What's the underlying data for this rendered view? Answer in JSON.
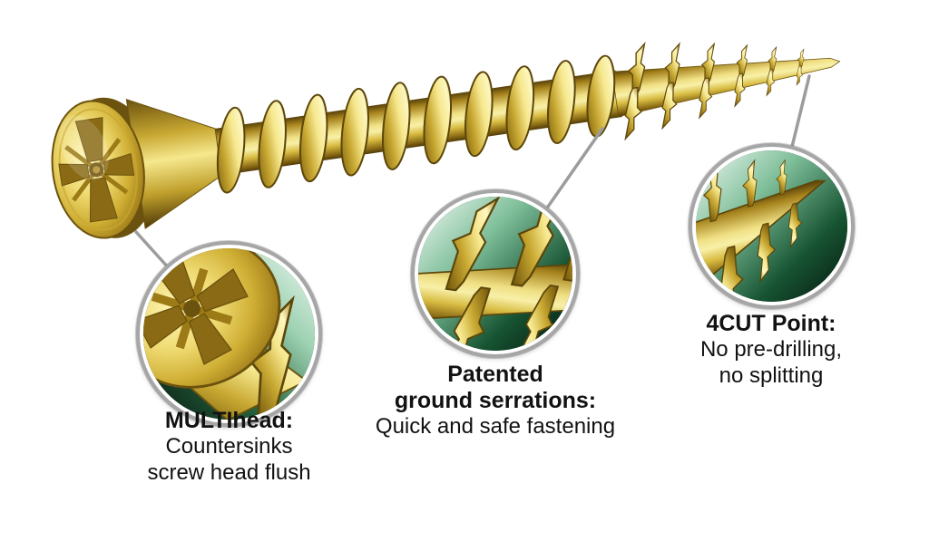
{
  "figure": {
    "subject": "countersunk yellow wood screw with three magnified feature callouts",
    "callouts": [
      {
        "id": "multihead",
        "title": "MULTIhead:",
        "line1": "Countersinks",
        "line2": "screw head flush"
      },
      {
        "id": "ground-serrations",
        "title1": "Patented",
        "title2": "ground serrations:",
        "line1": "Quick and safe fastening"
      },
      {
        "id": "4cut-point",
        "title": "4CUT Point:",
        "line1": "No pre-drilling,",
        "line2": "no splitting"
      }
    ],
    "colors": {
      "background": "#ffffff",
      "screw_gold": "#d8bc42",
      "screw_gold_light": "#f8eda0",
      "screw_gold_dark": "#6b520e",
      "circle_border": "#a6a6a6",
      "connector_line": "#9c9c9c",
      "closeup_green_dark": "#04150c",
      "closeup_green_light": "#f2f9f4",
      "text": "#121212"
    }
  }
}
